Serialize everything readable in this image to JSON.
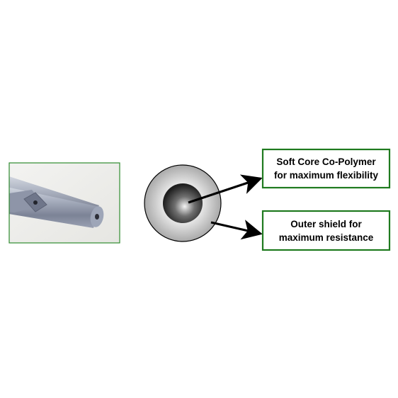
{
  "callouts": {
    "core": {
      "line1": "Soft Core Co-Polymer",
      "line2": "for maximum flexibility"
    },
    "shield": {
      "line1": "Outer shield for",
      "line2": "maximum resistance"
    }
  },
  "photo": {
    "subject": "tubing-photo"
  },
  "colors": {
    "frame_green": "#2e8b2e",
    "callout_green": "#1f7a1f",
    "shield_gray": "#b8b8b8",
    "core_dark": "#2a2a2a",
    "arrow": "#000000"
  }
}
